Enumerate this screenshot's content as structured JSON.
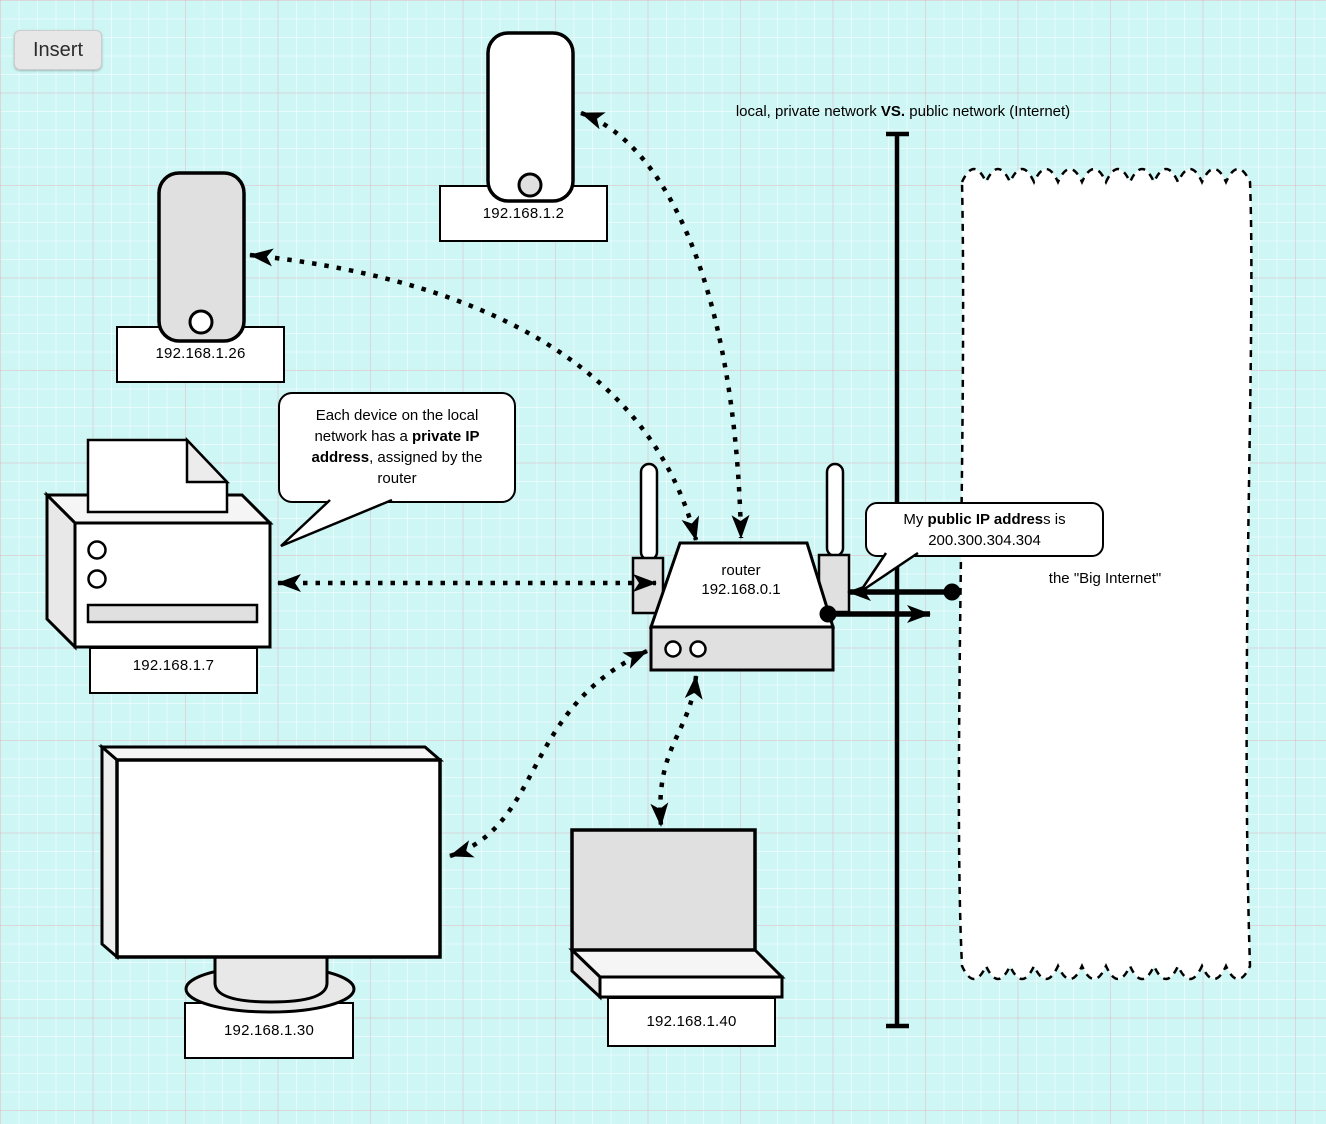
{
  "toolbar": {
    "insert_label": "Insert"
  },
  "title": {
    "pre": "local, private network ",
    "bold": "VS.",
    "post": " public network (Internet)"
  },
  "router": {
    "name": "router",
    "ip": "192.168.0.1"
  },
  "devices": {
    "phone_top": {
      "ip": "192.168.1.2"
    },
    "phone_left": {
      "ip": "192.168.1.26"
    },
    "printer": {
      "ip": "192.168.1.7"
    },
    "monitor": {
      "ip": "192.168.1.30"
    },
    "laptop": {
      "ip": "192.168.1.40"
    }
  },
  "bubbles": {
    "private_ip": {
      "pre": "Each device on the local network has a ",
      "bold": "private IP address",
      "post": ", assigned by the router"
    },
    "public_ip": {
      "pre": "My ",
      "bold": "public IP addres",
      "post": "s is",
      "line2": "200.300.304.304"
    }
  },
  "internet": {
    "label": "the \"Big Internet\""
  },
  "colors": {
    "canvas": "#cdf6f4",
    "shape_white": "#ffffff",
    "shape_gray": "#e0e0e0",
    "stroke": "#000000",
    "grid_minor": "#e3fbfa",
    "grid_major": "#d8c7cb"
  }
}
